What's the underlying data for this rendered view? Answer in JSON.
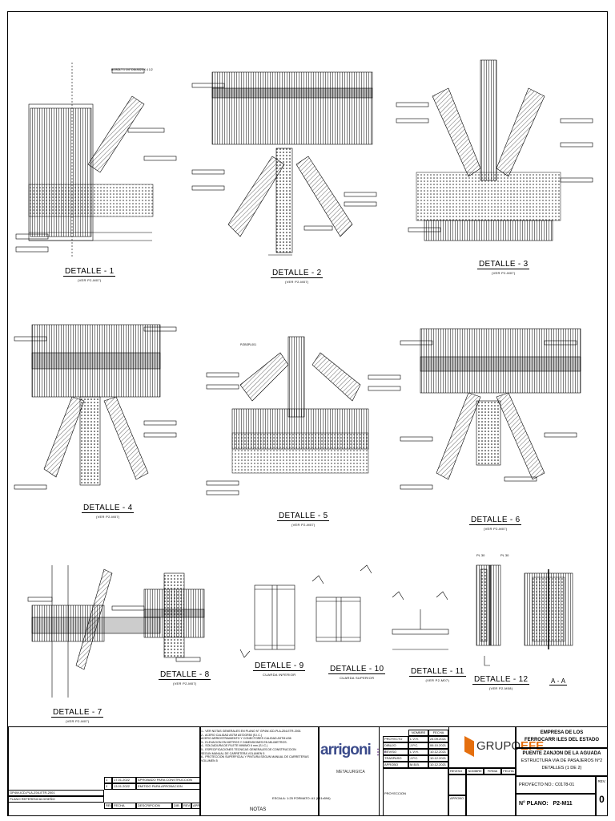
{
  "details": [
    {
      "title": "DETALLE - 1",
      "sub": "(VER P2-M07)"
    },
    {
      "title": "DETALLE - 2",
      "sub": "(VER P2-M07)"
    },
    {
      "title": "DETALLE - 3",
      "sub": "(VER P2-M07)"
    },
    {
      "title": "DETALLE - 4",
      "sub": "(VER P2-M07)"
    },
    {
      "title": "DETALLE - 5",
      "sub": "(VER P2-M07)"
    },
    {
      "title": "DETALLE - 6",
      "sub": "(VER P2-M07)"
    },
    {
      "title": "DETALLE - 7",
      "sub": "(VER P2-M07)"
    },
    {
      "title": "DETALLE - 8",
      "sub": "(VER P2-M07)"
    },
    {
      "title": "DETALLE - 9",
      "sub": "CUARDA INFERIOR"
    },
    {
      "title": "DETALLE - 10",
      "sub": "CUARDA SUPERIOR"
    },
    {
      "title": "DETALLE - 11",
      "sub": "(VER P2-M07)"
    },
    {
      "title": "DETALLE - 12",
      "sub": "(VER P2-M08)"
    }
  ],
  "section_aa": "A - A",
  "callouts": {
    "pl": "PL 30",
    "bolt": "B4 BOLT 1 1/4\" DIA A325 X 4 1/2",
    "plate": "P/2BSPL001"
  },
  "notes_label": "NOTAS",
  "notes": [
    "1.- VER NOTAS GENERALES EN PLANO N° GP4W-ICD-PLA-Z04-ETR-2001",
    "2.- ACERO CALIDAD ASTM A572GR50 (S.I.C.)",
    "    ACERO ARRIOSTRAMIENTO Y CONECTORES CALIDAD ASTM A36",
    "3.- ELEVACION EN METROS Y DIMENSIONES EN MILIMETROS.",
    "4.- SOLDADURA DE FILETE MINIMO 6 mm (S.I.C.)",
    "5.- ESPECIFICACIONES TECNICAS GENERALES DE CONSTRUCCION",
    "    SEGUN MANUAL DE CARRETERA VOLUMEN 5",
    "6.- PROTECCION SUPERFICIAL Y PINTURA SEGUN MANUAL DE CARRETERAS",
    "    VOLUMEN 5"
  ],
  "revisions": [
    {
      "rev": "1",
      "fecha": "17.01.2022",
      "desc": "APROBADO PARA CONSTRUCCION"
    },
    {
      "rev": "0",
      "fecha": "13.01.2022",
      "desc": "EMITIDO PARA APROBACION"
    }
  ],
  "rev_headers": {
    "rev": "REV",
    "fecha": "FECHA",
    "desc": "DESCRIPCION",
    "dib": "DIB",
    "rev2": "REV",
    "apr": "APR"
  },
  "ref_plan": {
    "code": "GP4W-ICD-PLA-Z04-ETR-2001",
    "name": "PLANO REFERENCIA DISEÑO"
  },
  "scale": {
    "label": "ESCALA:",
    "value": "1:25",
    "format": "FORMATO: A1 (841x594)"
  },
  "signoff_headers": {
    "nombre": "NOMBRE",
    "fecha": "FECHA"
  },
  "signoffs": [
    {
      "rol": "PROYECTO",
      "nombre": "L.V.H.",
      "fecha": "24.09.2021"
    },
    {
      "rol": "DIBUJO",
      "nombre": "J.P.C.",
      "fecha": "06.10.2021"
    },
    {
      "rol": "REVISO",
      "nombre": "L.V.H.",
      "fecha": "10.12.2021"
    },
    {
      "rol": "TRASPASO",
      "nombre": "J.P.C.",
      "fecha": "10.12.2021"
    },
    {
      "rol": "APROBO",
      "nombre": "M.B.B.",
      "fecha": "10.12.2021"
    }
  ],
  "proyeccion_label": "PROYECCION",
  "revision_block": {
    "revisado": "REVISO",
    "aprobado": "APROBO",
    "nombre": "NOMBRE",
    "firma": "FIRMA",
    "fecha": "FECHA"
  },
  "company": {
    "arrigoni": "arrigoni",
    "arrigoni_sub": "METALURGICA",
    "efe_pre": "GRUPO",
    "efe_post": "EFE"
  },
  "client": {
    "line1": "EMPRESA DE LOS",
    "line2": "FERROCARR ILES DEL ESTADO"
  },
  "project": {
    "line1": "PUENTE ZANJON DE LA AGUADA",
    "line2": "ESTRUCTURA VIA DE PASAJEROS N°2",
    "line3": "DETALLES (1 DE 2)"
  },
  "project_no": {
    "label": "PROYECTO NO.:",
    "value": "C0178-01"
  },
  "plan_no": {
    "label": "N° PLANO:",
    "value": "P2-M11"
  },
  "rev_no": {
    "label": "REV.",
    "value": "0"
  }
}
